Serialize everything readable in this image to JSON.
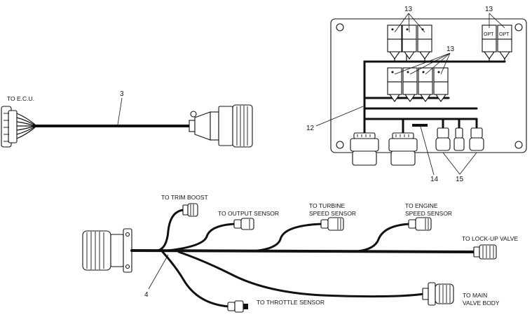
{
  "labels": {
    "to_ecu": "TO E.C.U.",
    "to_trim_boost": "TO TRIM BOOST",
    "to_output_sensor": "TO OUTPUT SENSOR",
    "to_turbine_line1": "TO TURBINE",
    "to_turbine_line2": "SPEED SENSOR",
    "to_engine_line1": "TO ENGINE",
    "to_engine_line2": "SPEED SENSOR",
    "to_lockup_valve": "TO LOCK-UP VALVE",
    "to_throttle_sensor": "TO THROTTLE SENSOR",
    "to_main_line1": "TO MAIN",
    "to_main_line2": "VALVE BODY"
  },
  "callouts": {
    "c3": "3",
    "c4": "4",
    "c12": "12",
    "c13a": "13",
    "c13b": "13",
    "c13c": "13",
    "c14": "14",
    "c15": "15"
  },
  "relay_text": {
    "opt": "OPT"
  }
}
